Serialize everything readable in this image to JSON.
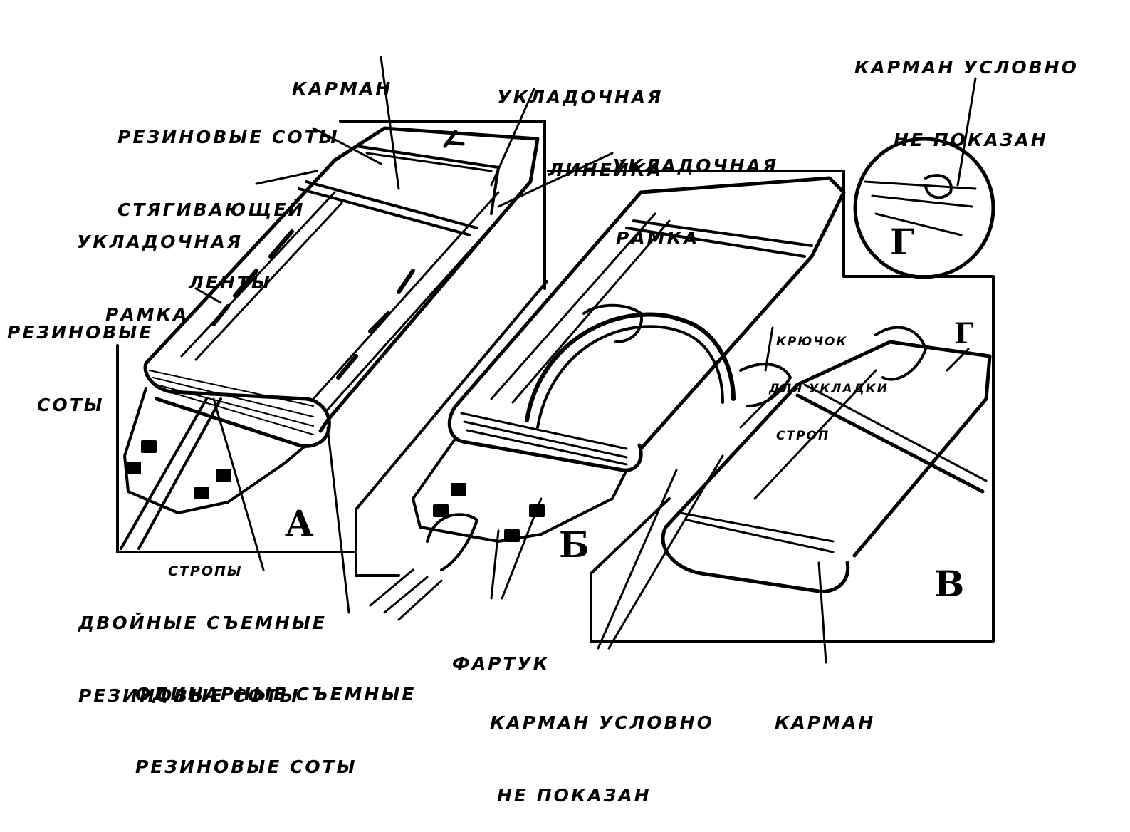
{
  "labels": {
    "karman_top": "КАРМАН",
    "ukl_lineika": [
      "УКЛАДОЧНАЯ",
      "ЛИНЕЙКА"
    ],
    "rez_soty_lenty": [
      "РЕЗИНОВЫЕ СОТЫ",
      "СТЯГИВАЮЩЕЙ",
      "ЛЕНТЫ"
    ],
    "ukl_ramka_right": [
      "УКЛАДОЧНАЯ",
      "РАМКА"
    ],
    "ukl_ramka_left": [
      "УКЛАДОЧНАЯ",
      "РАМКА"
    ],
    "rez_soty": [
      "РЕЗИНОВЫЕ",
      "СОТЫ"
    ],
    "stropy": "СТРОПЫ",
    "dvoinye": [
      "ДВОЙНЫЕ СЪЕМНЫЕ",
      "РЕЗИНОВЫЕ СОТЫ"
    ],
    "odinarnye": [
      "ОДИНАРНЫЕ СЪЕМНЫЕ",
      "РЕЗИНОВЫЕ СОТЫ"
    ],
    "fartuk": "ФАРТУК",
    "karman_uslovno_bottom": [
      "КАРМАН УСЛОВНО",
      "НЕ ПОКАЗАН"
    ],
    "karman_bottom": "КАРМАН",
    "kryuchok": [
      "КРЮЧОК",
      "ДЛЯ УКЛАДКИ",
      "СТРОП"
    ],
    "karman_uslovno_top": [
      "КАРМАН УСЛОВНО",
      "НЕ ПОКАЗАН"
    ]
  },
  "panel_letters": {
    "a": "А",
    "b": "Б",
    "v": "В",
    "g_inset": "Г",
    "g_marker": "Г"
  }
}
